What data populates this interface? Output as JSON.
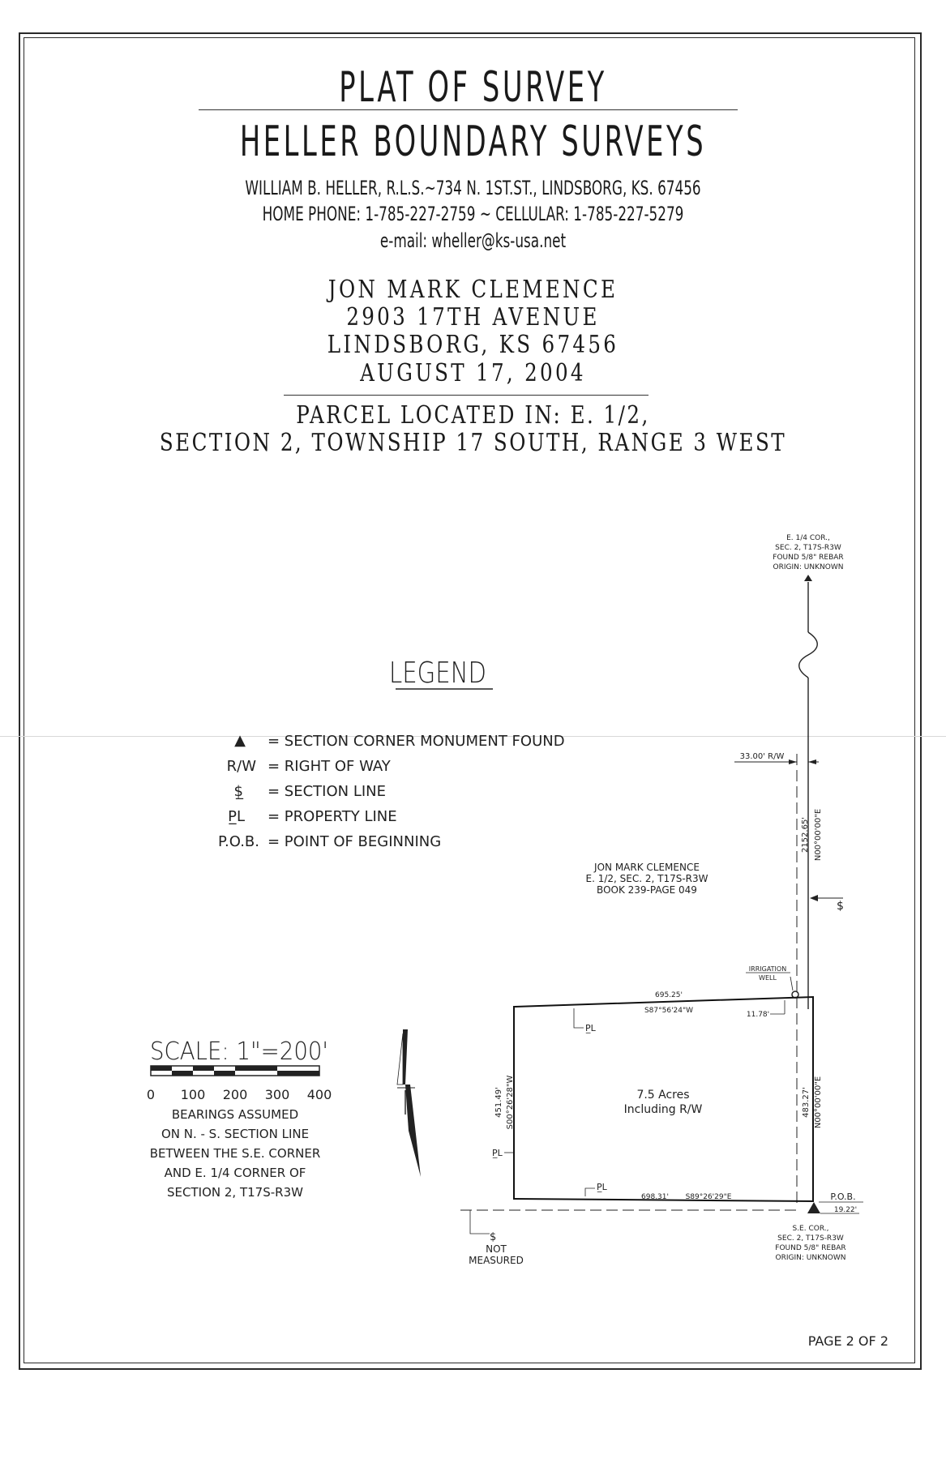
{
  "header": {
    "title": "PLAT OF SURVEY",
    "company": "HELLER BOUNDARY SURVEYS",
    "address_line": "WILLIAM B. HELLER, R.L.S.~734 N. 1ST.ST., LINDSBORG, KS. 67456",
    "phone_line": "HOME PHONE: 1-785-227-2759 ~ CELLULAR: 1-785-227-5279",
    "email_line": "e-mail: wheller@ks-usa.net"
  },
  "client": {
    "name": "JON MARK CLEMENCE",
    "street": "2903 17TH AVENUE",
    "city": "LINDSBORG, KS 67456",
    "date": "AUGUST 17, 2004"
  },
  "parcel": {
    "line1": "PARCEL LOCATED IN: E. 1/2,",
    "line2": "SECTION 2, TOWNSHIP 17 SOUTH, RANGE 3 WEST"
  },
  "legend": {
    "title": "LEGEND",
    "rows": [
      {
        "symbol": "▲",
        "text": "= SECTION CORNER MONUMENT FOUND"
      },
      {
        "symbol": "R/W",
        "text": "= RIGHT OF WAY"
      },
      {
        "symbol": "$̲",
        "text": "= SECTION LINE"
      },
      {
        "symbol": "P̲L",
        "text": "= PROPERTY LINE"
      },
      {
        "symbol": "P.O.B.",
        "text": "= POINT OF BEGINNING"
      }
    ]
  },
  "scale": {
    "label": "SCALE: 1\"=200'",
    "ticks": [
      "0",
      "100",
      "200",
      "300",
      "400"
    ],
    "notes": [
      "BEARINGS ASSUMED",
      "ON N. - S. SECTION LINE",
      "BETWEEN THE S.E. CORNER",
      "AND E. 1/4 CORNER OF",
      "SECTION 2, T17S-R3W"
    ]
  },
  "plat": {
    "ne_corner": [
      "E. 1/4 COR.,",
      "SEC. 2, T17S-R3W",
      "FOUND 5/8\" REBAR",
      "ORIGIN: UNKNOWN"
    ],
    "se_corner": [
      "S.E. COR.,",
      "SEC. 2, T17S-R3W",
      "FOUND 5/8\" REBAR",
      "ORIGIN: UNKNOWN"
    ],
    "rw_width": "33.00' R/W",
    "east_line_distance": "2152.65'",
    "east_line_bearing": "N00°00'00\"E",
    "owner": [
      "JON MARK CLEMENCE",
      "E. 1/2, SEC. 2, T17S-R3W",
      "BOOK 239-PAGE 049"
    ],
    "well_label": [
      "IRRIGATION",
      "WELL"
    ],
    "north_distance": "695.25'",
    "north_bearing": "S87°56'24\"W",
    "well_offset": "11.78'",
    "west_distance": "451.49'",
    "west_bearing": "S00°26'28\"W",
    "east_distance": "483.27'",
    "east_bearing": "N00°00'00\"E",
    "area": [
      "7.5 Acres",
      "Including R/W"
    ],
    "south_distance": "698.31'",
    "south_bearing": "S89°26'29\"E",
    "pob": "P.O.B.",
    "pob_offset": "19.22'",
    "section_line_label": "$",
    "property_line_label": "P̲L",
    "not_measured": [
      "NOT",
      "MEASURED"
    ]
  },
  "footer": {
    "page": "PAGE 2 OF 2"
  }
}
